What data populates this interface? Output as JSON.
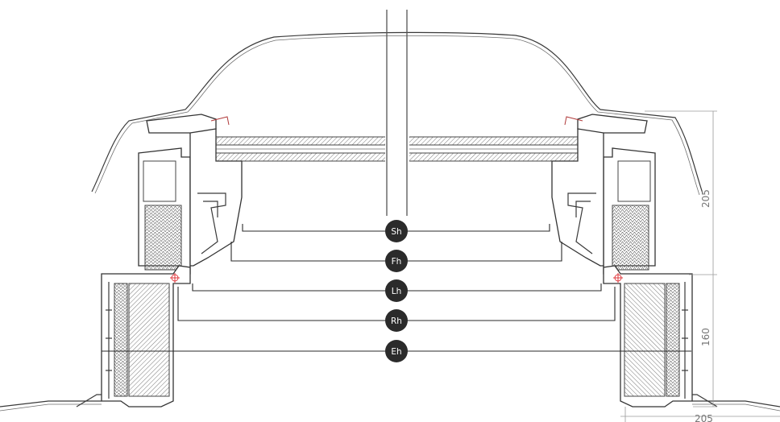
{
  "diagram": {
    "measurement_labels": [
      "Sh",
      "Fh",
      "Lh",
      "Rh",
      "Eh"
    ],
    "dimensions": {
      "vertical_upper": "205",
      "vertical_lower": "160",
      "horizontal_bottom": "205"
    },
    "colors": {
      "line": "#3a3a3a",
      "badge": "#2b2b2b",
      "marker": "#e0393e",
      "dimension": "#9a9a9a"
    }
  }
}
